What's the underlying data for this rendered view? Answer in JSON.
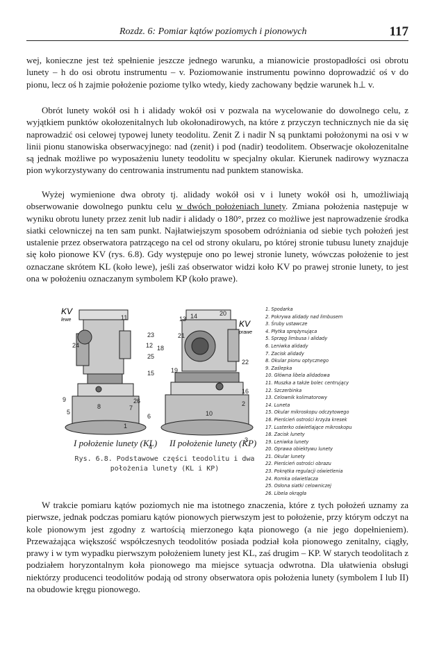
{
  "header": {
    "title": "Rozdz. 6: Pomiar kątów poziomych i pionowych",
    "page_number": "117"
  },
  "paragraphs": {
    "p1": "wej, konieczne jest też spełnienie jeszcze jednego warunku, a mianowicie prostopadłości osi obrotu lunety – h do osi obrotu instrumentu – v. Poziomowanie instrumentu powinno doprowadzić oś v do pionu, lecz oś h zajmie położenie poziome tylko wtedy, kiedy zachowany będzie warunek h⊥ v.",
    "p2": "Obrót lunety wokół osi h i alidady wokół osi v pozwala na wycelowanie do dowolnego celu, z wyjątkiem punktów okołozenitalnych lub okołonadirowych, na które z przyczyn technicznych nie da się naprowadzić osi celowej typowej lunety teodolitu. Zenit Z i nadir N są punktami położonymi na osi v w linii pionu stanowiska obserwacyjnego: nad (zenit) i pod (nadir) teodolitem. Obserwacje okołozenitalne są jednak możliwe po wyposażeniu lunety teodolitu w specjalny okular. Kierunek nadirowy wyznacza pion wykorzystywany do centrowania instrumentu nad punktem stanowiska.",
    "p3_a": "Wyżej wymienione dwa obroty tj. alidady wokół osi v i lunety wokół osi h, umożliwiają obserwowanie dowolnego punktu celu ",
    "p3_u": "w dwóch położeniach lunety",
    "p3_b": ". Zmiana położenia następuje w wyniku obrotu lunety przez zenit lub nadir i alidady o 180°, przez co możliwe jest naprowadzenie środka siatki celowniczej na ten sam punkt. Najłatwiejszym sposobem odróżniania od siebie tych położeń jest ustalenie przez obserwatora patrzącego na cel od strony okularu, po której stronie tubusu lunety znajduje się koło pionowe KV (rys. 6.8). Gdy występuje ono po lewej stronie lunety, wówczas położenie to jest oznaczane skrótem KL (koło lewe), jeśli zaś obserwator widzi koło KV po prawej stronie lunety, to jest ona w położeniu oznaczanym symbolem KP (koło prawe).",
    "p4": "W trakcie pomiaru kątów poziomych nie ma istotnego znaczenia, które z tych położeń uznamy za pierwsze, jednak podczas pomiaru kątów pionowych pierwszym jest to położenie, przy którym odczyt na kole pionowym jest zgodny z wartością mierzonego kąta pionowego (a nie jego dopełnieniem). Przeważająca większość współczesnych teodolitów posiada podział koła pionowego zenitalny, ciągły, prawy i w tym wypadku pierwszym położeniem lunety jest KL, zaś drugim – KP. W starych teodolitach z podziałem horyzontalnym koła pionowego ma miejsce sytuacja odwrotna. Dla ułatwienia obsługi niektórzy producenci teodolitów podają od strony obserwatora opis położenia lunety (symbolem I lub II) na obudowie kręgu pionowego."
  },
  "figure": {
    "left_tag": "KV",
    "left_tag_sub": "lewe",
    "right_tag": "KV",
    "right_tag_sub": "prawe",
    "caption_left": "I położenie lunety (KL)",
    "caption_right": "II położenie lunety (KP)",
    "caption_line1": "Rys. 6.8. Podstawowe części teodolitu i dwa",
    "caption_line2": "położenia lunety (KL i KP)",
    "labels": [
      "11",
      "23",
      "12",
      "25",
      "24",
      "15",
      "9",
      "26",
      "5",
      "8",
      "7",
      "6",
      "1",
      "4",
      "13",
      "14",
      "20",
      "22",
      "18",
      "10",
      "16",
      "21",
      "19",
      "2",
      "3"
    ]
  },
  "legend": [
    "1. Spodarka",
    "2. Pokrywa alidady nad limbusem",
    "3. Śruby ustawcze",
    "4. Płytka sprężynująca",
    "5. Sprzęg limbusa i alidady",
    "6. Leniwka alidady",
    "7. Zacisk alidady",
    "8. Okular pionu optycznego",
    "9. Zaślepka",
    "10. Główna libela alidadowa",
    "11. Muszka a także bolec centrujący",
    "12. Szczerbinka",
    "13. Celownik kolimatorowy",
    "14. Luneta",
    "15. Okular mikroskopu odczytowego",
    "16. Pierścień ostrości krzyża kresek",
    "17. Lusterko oświetlające mikroskopu",
    "18. Zacisk lunety",
    "19. Leniwka lunety",
    "20. Oprawa obiektywu lunety",
    "21. Okular lunety",
    "22. Pierścień ostrości obrazu",
    "23. Pokrętka regulacji oświetlenia",
    "24. Romka oświetlacza",
    "25. Osłona siatki celowniczej",
    "26. Libela okrągła"
  ]
}
